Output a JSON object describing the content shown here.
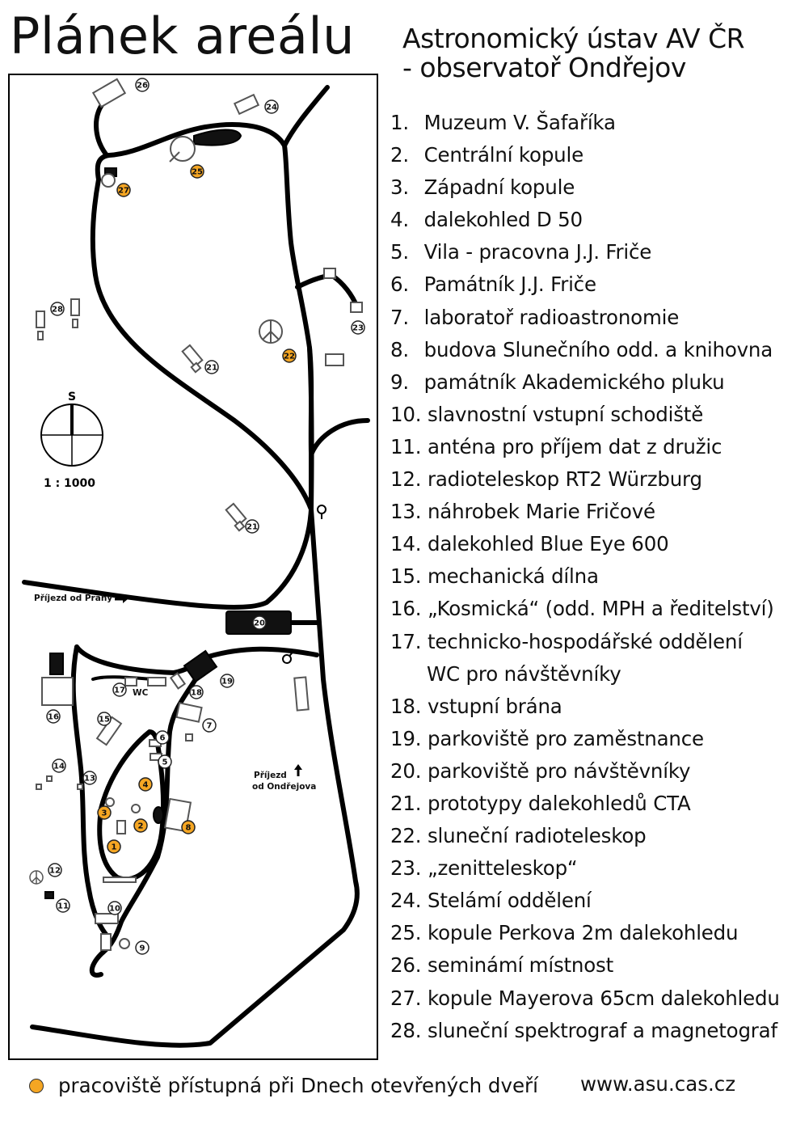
{
  "title": "Plánek areálu",
  "subtitle": [
    "Astronomický ústav AV ČR",
    "- observatoř Ondřejov"
  ],
  "legend": [
    {
      "num": "1.",
      "text": "Muzeum V. Šafaříka"
    },
    {
      "num": "2.",
      "text": "Centrální kopule"
    },
    {
      "num": "3.",
      "text": "Západní kopule"
    },
    {
      "num": "4.",
      "text": "dalekohled D 50"
    },
    {
      "num": "5.",
      "text": "Vila - pracovna J.J. Friče"
    },
    {
      "num": "6.",
      "text": "Památník J.J. Friče"
    },
    {
      "num": "7.",
      "text": "laboratoř radioastronomie"
    },
    {
      "num": "8.",
      "text": "budova Slunečního odd. a knihovna"
    },
    {
      "num": "9.",
      "text": "památník Akademického pluku"
    },
    {
      "num": "10.",
      "text": "slavnostní vstupní schodiště"
    },
    {
      "num": "11.",
      "text": "anténa pro příjem dat z družic"
    },
    {
      "num": "12.",
      "text": "radioteleskop RT2 Würzburg"
    },
    {
      "num": "13.",
      "text": "náhrobek Marie Fričové"
    },
    {
      "num": "14.",
      "text": "dalekohled Blue Eye 600"
    },
    {
      "num": "15.",
      "text": "mechanická dílna"
    },
    {
      "num": "16.",
      "text": "„Kosmická“ (odd. MPH a ředitelství)"
    },
    {
      "num": "17.",
      "text": "technicko-hospodářské oddělení"
    },
    {
      "num": "",
      "text": "WC pro návštěvníky"
    },
    {
      "num": "18.",
      "text": "vstupní brána"
    },
    {
      "num": "19.",
      "text": "parkoviště pro zaměstnance"
    },
    {
      "num": "20.",
      "text": "parkoviště pro návštěvníky"
    },
    {
      "num": "21.",
      "text": "prototypy dalekohledů CTA"
    },
    {
      "num": "22.",
      "text": "sluneční radioteleskop"
    },
    {
      "num": "23.",
      "text": "„zenitteleskop“"
    },
    {
      "num": "24.",
      "text": "Stelámí oddělení"
    },
    {
      "num": "25.",
      "text": "kopule Perkova 2m dalekohledu"
    },
    {
      "num": "26.",
      "text": "seminámí místnost"
    },
    {
      "num": "27.",
      "text": "kopule Mayerova 65cm dalekohledu"
    },
    {
      "num": "28.",
      "text": "sluneční spektrograf a magnetograf"
    }
  ],
  "map": {
    "compass_label": "S",
    "scale": "1 : 1000",
    "arrival_prague": "Příjezd od Prahy",
    "arrival_ondrejov": [
      "Příjezd",
      "od Ondřejova"
    ],
    "wc_label": "WC",
    "open_day_color": "#f5a623",
    "markers": [
      {
        "label": "1",
        "open_day": true
      },
      {
        "label": "2",
        "open_day": true
      },
      {
        "label": "3",
        "open_day": true
      },
      {
        "label": "4",
        "open_day": true
      },
      {
        "label": "5",
        "open_day": false
      },
      {
        "label": "6",
        "open_day": false
      },
      {
        "label": "7",
        "open_day": false
      },
      {
        "label": "8",
        "open_day": true
      },
      {
        "label": "9",
        "open_day": false
      },
      {
        "label": "10",
        "open_day": false
      },
      {
        "label": "11",
        "open_day": false
      },
      {
        "label": "12",
        "open_day": false
      },
      {
        "label": "13",
        "open_day": false
      },
      {
        "label": "14",
        "open_day": false
      },
      {
        "label": "15",
        "open_day": false
      },
      {
        "label": "16",
        "open_day": false
      },
      {
        "label": "17",
        "open_day": false
      },
      {
        "label": "18",
        "open_day": false
      },
      {
        "label": "19",
        "open_day": false
      },
      {
        "label": "20",
        "open_day": false
      },
      {
        "label": "21",
        "open_day": false
      },
      {
        "label": "21",
        "open_day": false
      },
      {
        "label": "22",
        "open_day": true
      },
      {
        "label": "23",
        "open_day": false
      },
      {
        "label": "24",
        "open_day": false
      },
      {
        "label": "25",
        "open_day": true
      },
      {
        "label": "26",
        "open_day": false
      },
      {
        "label": "27",
        "open_day": true
      },
      {
        "label": "28",
        "open_day": false
      }
    ]
  },
  "footer": {
    "open_day_note": "pracoviště přístupná při Dnech otevřených dveří",
    "url": "www.asu.cas.cz"
  }
}
